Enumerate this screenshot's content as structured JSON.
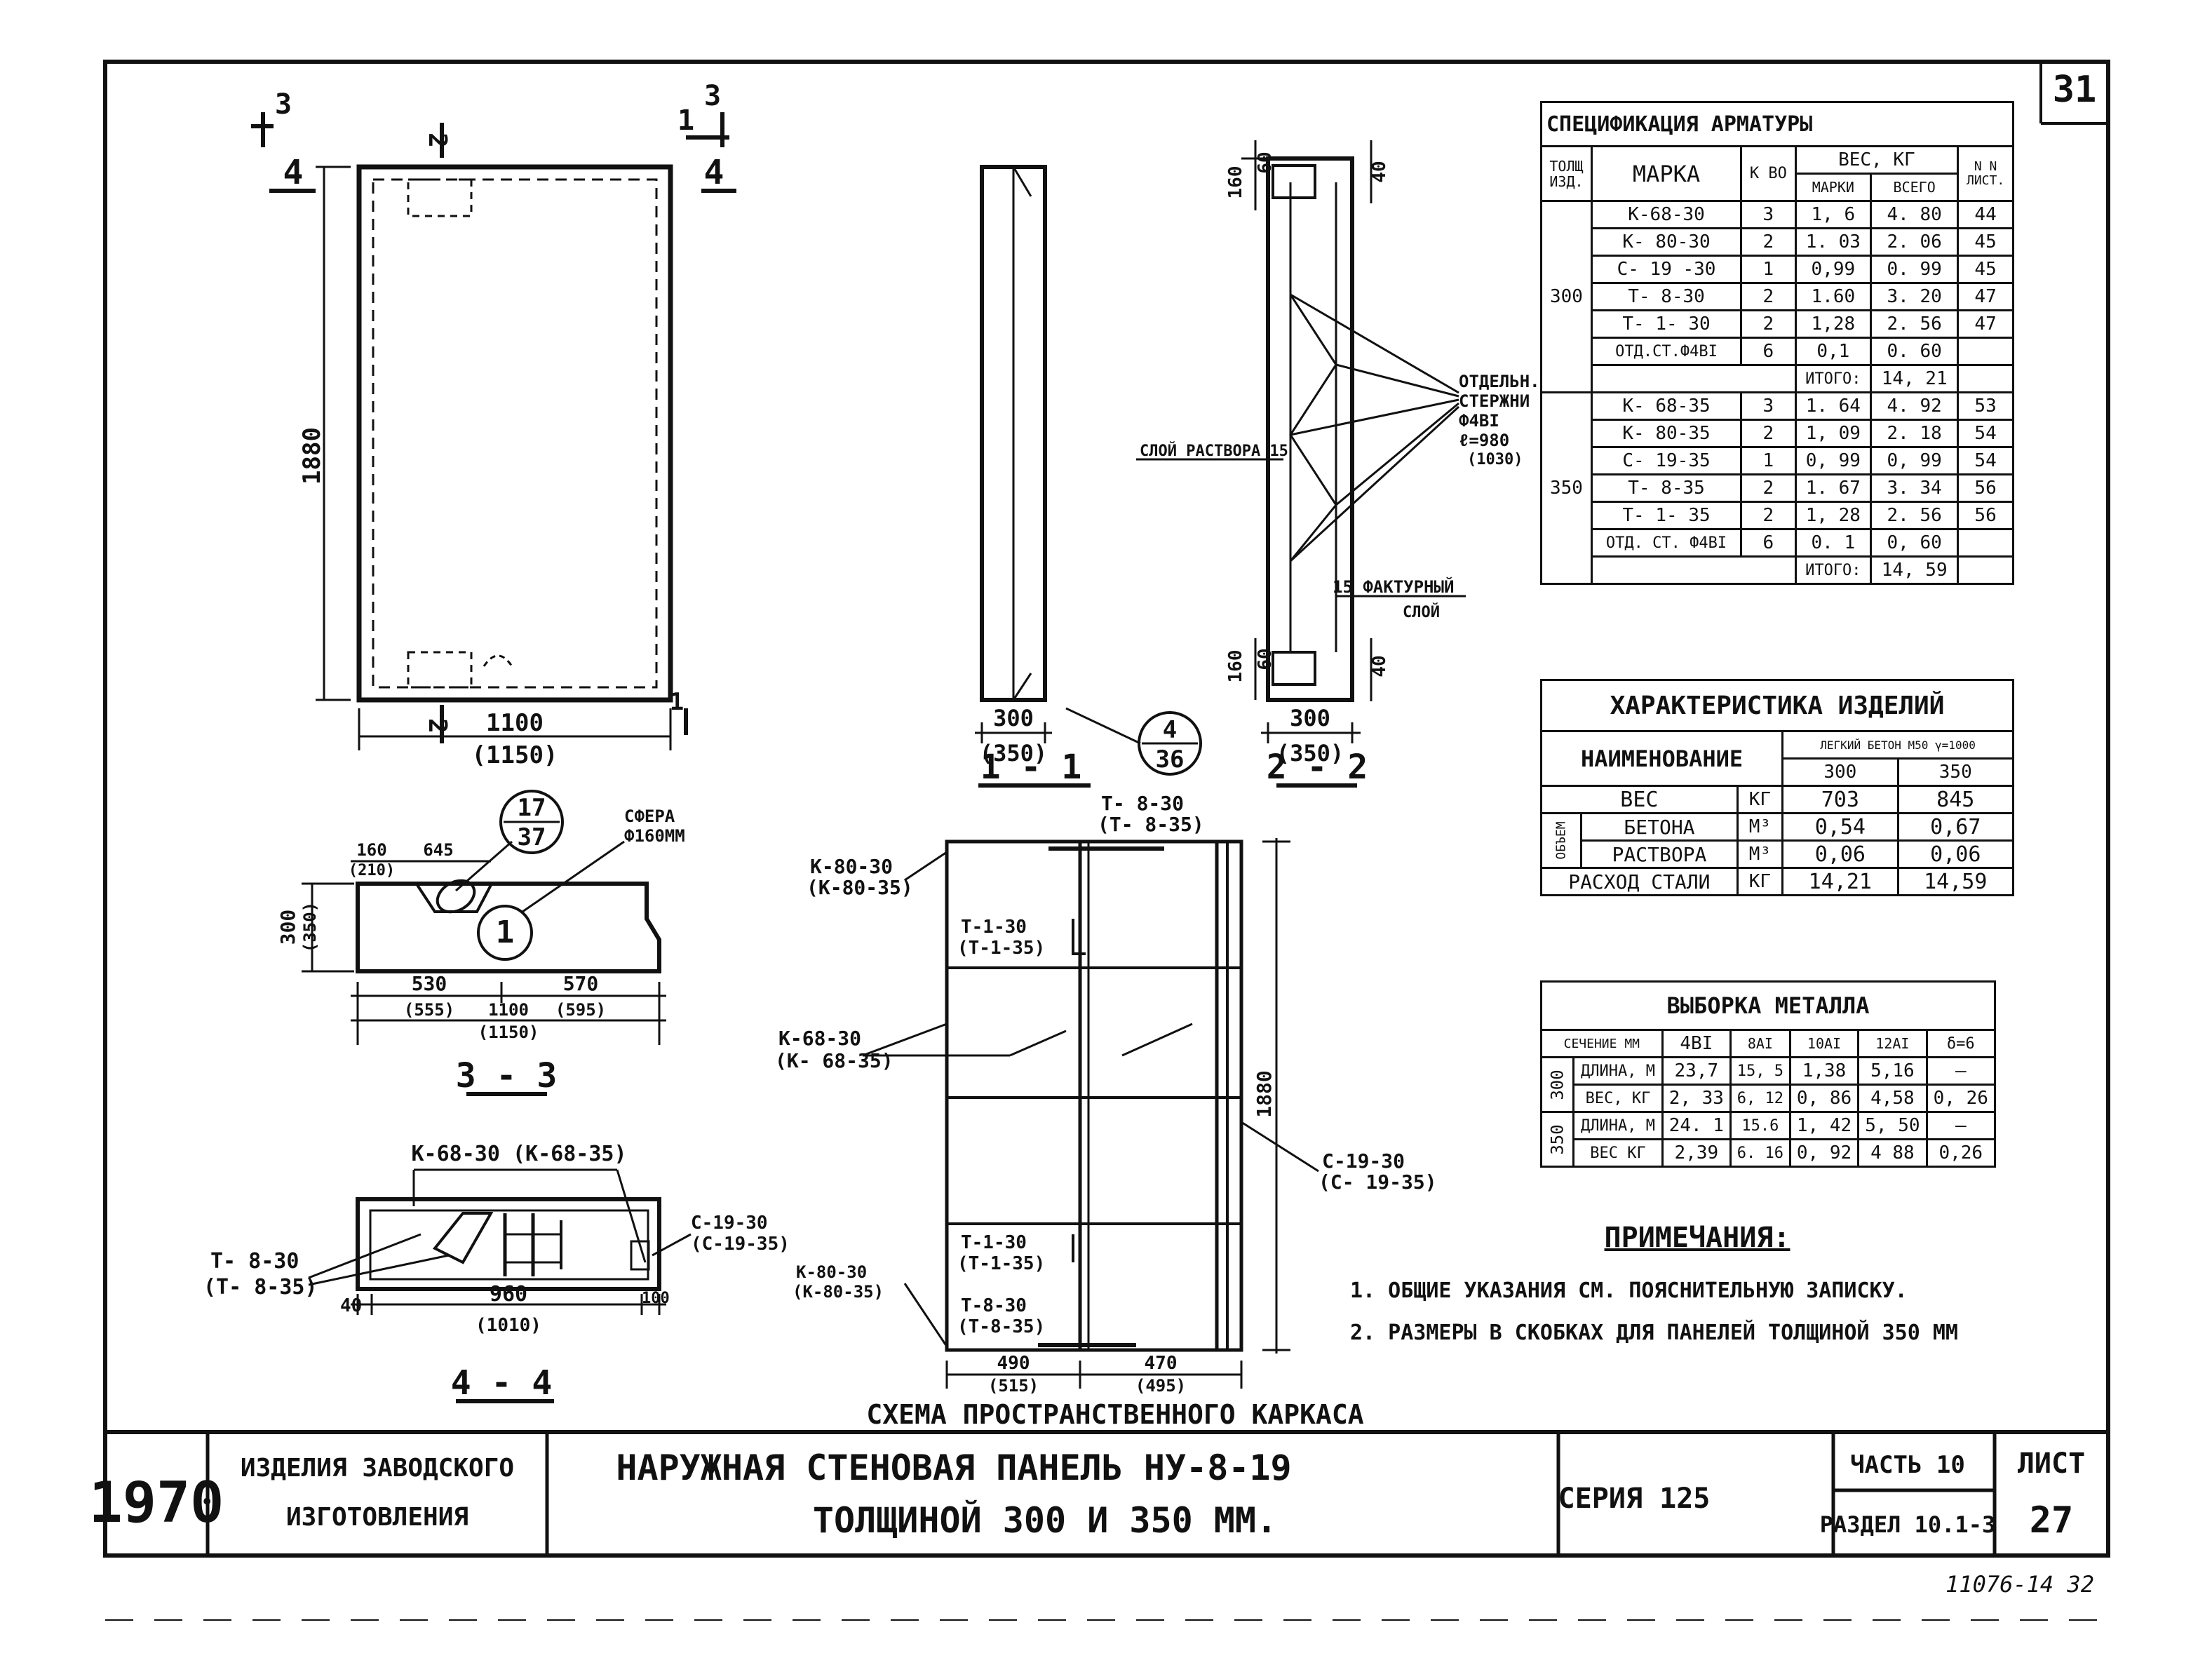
{
  "sheet_number": "31",
  "handwritten_bottom": "11076-14   32",
  "views": {
    "front": {
      "dim_height": "1880",
      "dim_width": "1100",
      "dim_width_alt": "(1150)",
      "section_mark_top_left": "3",
      "section_mark_left": "4",
      "section_mark_top_right_a": "1",
      "section_mark_top_right_b": "3",
      "section_mark_right": "4",
      "section_mark_2_top": "2",
      "section_mark_2_bottom": "2",
      "section_mark_1_bottom": "1"
    },
    "section_1_1": {
      "label": "1 - 1",
      "dim_width": "300",
      "dim_width_alt": "(350)",
      "callout_top": "4",
      "callout_bottom": "36"
    },
    "section_2_2": {
      "label": "2 - 2",
      "dim_width": "300",
      "dim_width_alt": "(350)",
      "dim_top_a": "160",
      "dim_top_b": "60",
      "dim_top_c": "40",
      "dim_bottom_a": "160",
      "dim_bottom_b": "60",
      "dim_bottom_c": "40",
      "label_mortar": "СЛОЙ РАСТВОРА 15",
      "label_rods_line1": "ОТДЕЛЬН.",
      "label_rods_line2": "СТЕРЖНИ",
      "label_rods_line3": "Ф4ВI",
      "label_rods_line4": "ℓ=980",
      "label_rods_line5": "(1030)",
      "label_facing_line1": "15 ФАКТУРНЫЙ",
      "label_facing_line2": "СЛОЙ"
    },
    "section_3_3": {
      "label": "3 - 3",
      "dim_160": "160",
      "dim_210": "(210)",
      "dim_645": "645",
      "dim_height": "300",
      "dim_height_alt": "(350)",
      "dim_530": "530",
      "dim_555": "(555)",
      "dim_570": "570",
      "dim_595": "(595)",
      "dim_total": "1100",
      "dim_total_alt": "(1150)",
      "callout_circle": "1",
      "callout_top": "17",
      "callout_bottom": "37",
      "sphere_line1": "СФЕРА",
      "sphere_line2": "Ф160ММ"
    },
    "section_4_4": {
      "label": "4 - 4",
      "top_label": "К-68-30 (К-68-35)",
      "left_label_line1": "Т- 8-30",
      "left_label_line2": "(Т- 8-35)",
      "right_label_line1": "С-19-30",
      "right_label_line2": "(С-19-35)",
      "dim_40": "40",
      "dim_960": "960",
      "dim_1010": "(1010)",
      "dim_100": "100"
    },
    "cage": {
      "title": "СХЕМА   ПРОСТРАНСТВЕННОГО   КАРКАСА",
      "label_t830_top_1": "Т- 8-30",
      "label_t830_top_2": "(Т- 8-35)",
      "label_k80_top_1": "К-80-30",
      "label_k80_top_2": "(К-80-35)",
      "label_t130_top_1": "Т-1-30",
      "label_t130_top_2": "(Т-1-35)",
      "label_k68_1": "К-68-30",
      "label_k68_2": "(К- 68-35)",
      "label_c19_1": "С-19-30",
      "label_c19_2": "(С- 19-35)",
      "label_t130_bot_1": "Т-1-30",
      "label_t130_bot_2": "(Т-1-35)",
      "label_k80_bot_1": "К-80-30",
      "label_k80_bot_2": "(К-80-35)",
      "label_t830_bot_1": "Т-8-30",
      "label_t830_bot_2": "(Т-8-35)",
      "dim_height": "1880",
      "dim_490": "490",
      "dim_515": "(515)",
      "dim_470": "470",
      "dim_495": "(495)"
    }
  },
  "spec_table": {
    "title": "СПЕЦИФИКАЦИЯ   АРМАТУРЫ",
    "headers": {
      "product_1": "ТОЛЩ",
      "product_2": "ИЗД.",
      "mark": "МАРКА",
      "qty": "К ВО",
      "weight": "ВЕС,  КГ",
      "weight_each": "МАРКИ",
      "weight_total": "ВСЕГО",
      "sheet_1": "N N",
      "sheet_2": "ЛИСТ."
    },
    "groups": [
      {
        "thickness": "300",
        "rows": [
          {
            "mark": "К-68-30",
            "qty": "3",
            "each": "1, 6",
            "total": "4. 80",
            "sheet": "44"
          },
          {
            "mark": "К- 80-30",
            "qty": "2",
            "each": "1. 03",
            "total": "2. 06",
            "sheet": "45"
          },
          {
            "mark": "С- 19 -30",
            "qty": "1",
            "each": "0,99",
            "total": "0. 99",
            "sheet": "45"
          },
          {
            "mark": "Т- 8-30",
            "qty": "2",
            "each": "1.60",
            "total": "3. 20",
            "sheet": "47"
          },
          {
            "mark": "Т- 1- 30",
            "qty": "2",
            "each": "1,28",
            "total": "2. 56",
            "sheet": "47"
          },
          {
            "mark": "ОТД.СТ.Ф4ВI",
            "qty": "6",
            "each": "0,1",
            "total": "0. 60",
            "sheet": ""
          }
        ],
        "total_label": "ИТОГО:",
        "total_value": "14, 21"
      },
      {
        "thickness": "350",
        "rows": [
          {
            "mark": "К- 68-35",
            "qty": "3",
            "each": "1. 64",
            "total": "4. 92",
            "sheet": "53"
          },
          {
            "mark": "К- 80-35",
            "qty": "2",
            "each": "1, 09",
            "total": "2. 18",
            "sheet": "54"
          },
          {
            "mark": "С- 19-35",
            "qty": "1",
            "each": "0, 99",
            "total": "0, 99",
            "sheet": "54"
          },
          {
            "mark": "Т- 8-35",
            "qty": "2",
            "each": "1. 67",
            "total": "3. 34",
            "sheet": "56"
          },
          {
            "mark": "Т- 1- 35",
            "qty": "2",
            "each": "1, 28",
            "total": "2. 56",
            "sheet": "56"
          },
          {
            "mark": "ОТД. СТ. Ф4ВI",
            "qty": "6",
            "each": "0. 1",
            "total": "0, 60",
            "sheet": ""
          }
        ],
        "total_label": "ИТОГО:",
        "total_value": "14, 59"
      }
    ]
  },
  "char_table": {
    "title": "ХАРАКТЕРИСТИКА  ИЗДЕЛИЙ",
    "name_header": "НАИМЕНОВАНИЕ",
    "material_header": "ЛЕГКИЙ БЕТОН М50 γ=1000",
    "col_300": "300",
    "col_350": "350",
    "volume_label": "ОБЪЕМ",
    "rows": [
      {
        "name": "ВЕС",
        "unit": "КГ",
        "v300": "703",
        "v350": "845"
      },
      {
        "name": "БЕТОНА",
        "unit": "М³",
        "v300": "0,54",
        "v350": "0,67"
      },
      {
        "name": "РАСТВОРА",
        "unit": "М³",
        "v300": "0,06",
        "v350": "0,06"
      },
      {
        "name": "РАСХОД  СТАЛИ",
        "unit": "КГ",
        "v300": "14,21",
        "v350": "14,59"
      }
    ]
  },
  "metal_table": {
    "title": "ВЫБОРКА     МЕТАЛЛА",
    "headers": [
      "СЕЧЕНИЕ ММ",
      "4ВI",
      "8AI",
      "10AI",
      "12AI",
      "δ=6"
    ],
    "rows": [
      {
        "group": "300",
        "label": "ДЛИНА, М",
        "cells": [
          "23,7",
          "15, 5",
          "1,38",
          "5,16",
          "—"
        ]
      },
      {
        "group": "300",
        "label": "ВЕС,  КГ",
        "cells": [
          "2, 33",
          "6, 12",
          "0, 86",
          "4,58",
          "0, 26"
        ]
      },
      {
        "group": "350",
        "label": "ДЛИНА, М",
        "cells": [
          "24. 1",
          "15.6",
          "1, 42",
          "5, 50",
          "—"
        ]
      },
      {
        "group": "350",
        "label": "ВЕС  КГ",
        "cells": [
          "2,39",
          "6. 16",
          "0, 92",
          "4 88",
          "0,26"
        ]
      }
    ]
  },
  "notes": {
    "title": "ПРИМЕЧАНИЯ:",
    "items": [
      "1. ОБЩИЕ   УКАЗАНИЯ  СМ.  ПОЯСНИТЕЛЬНУЮ  ЗАПИСКУ.",
      "2. РАЗМЕРЫ  В  СКОБКАХ  ДЛЯ  ПАНЕЛЕЙ  ТОЛЩИНОЙ 350 ММ"
    ]
  },
  "title_block": {
    "year": "1970",
    "category_line1": "ИЗДЕЛИЯ ЗАВОДСКОГО",
    "category_line2": "ИЗГОТОВЛЕНИЯ",
    "title_line1": "НАРУЖНАЯ   СТЕНОВАЯ   ПАНЕЛЬ   НУ-8-19",
    "title_line2": "ТОЛЩИНОЙ   300  И  350 ММ.",
    "series": "СЕРИЯ   125",
    "part": "ЧАСТЬ  10",
    "section": "РАЗДЕЛ 10.1-3",
    "sheet_label": "ЛИСТ",
    "sheet_value": "27"
  }
}
